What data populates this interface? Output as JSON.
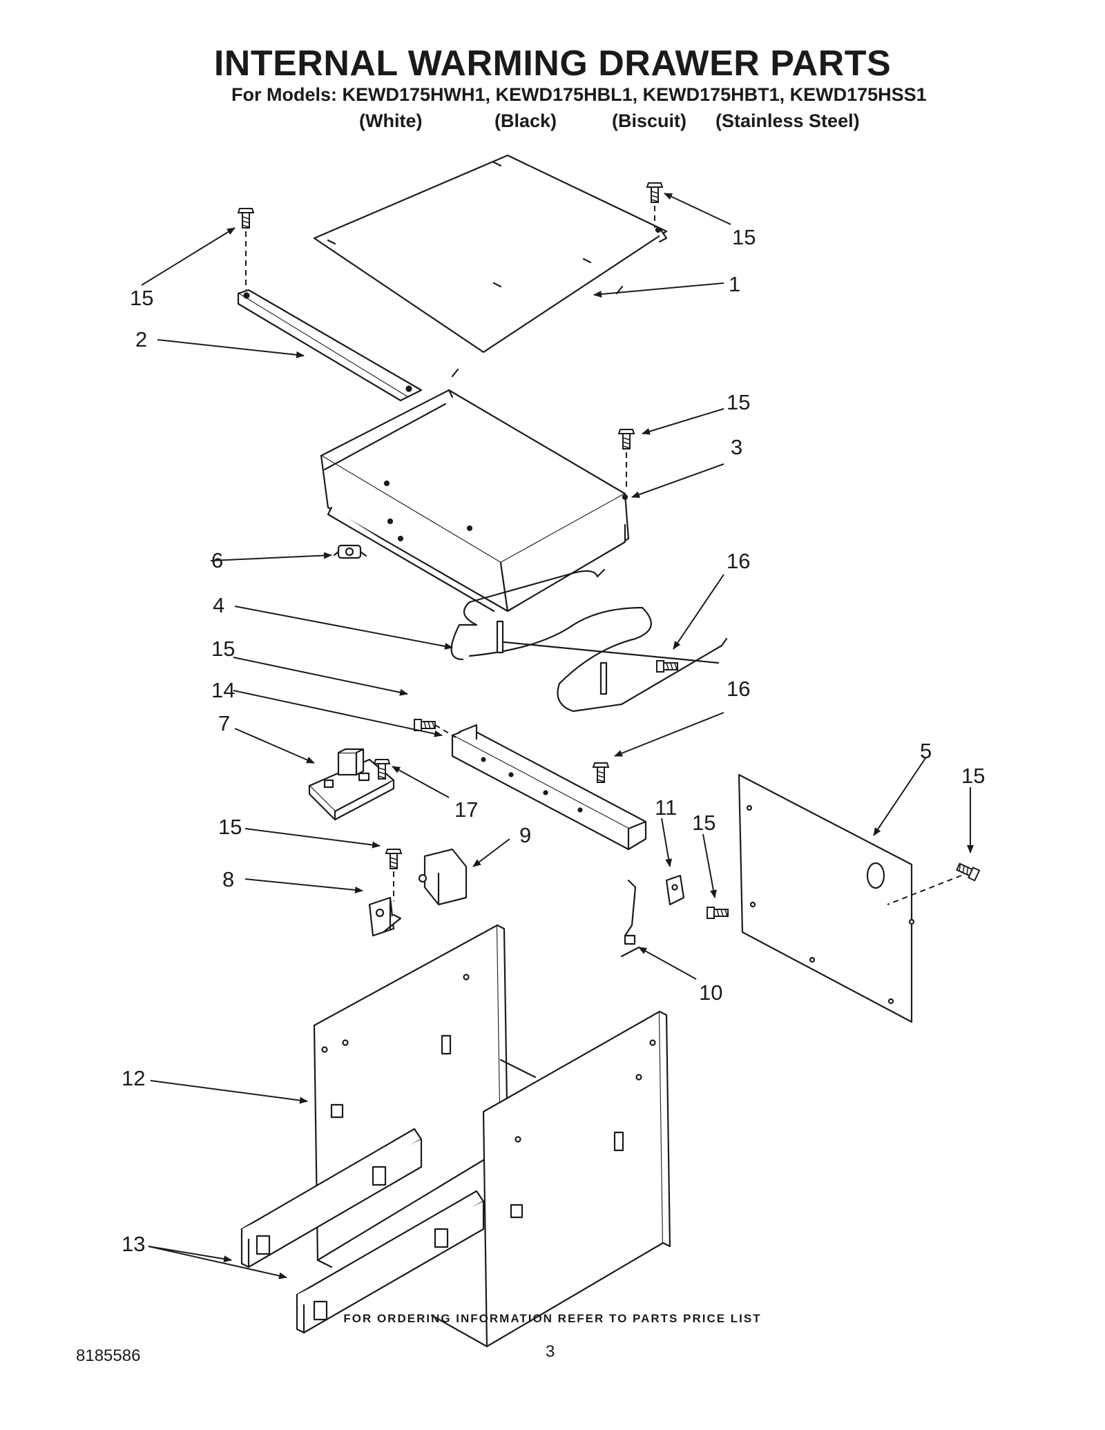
{
  "title": "INTERNAL WARMING DRAWER PARTS",
  "models_line": "For Models: KEWD175HWH1, KEWD175HBL1, KEWD175HBT1, KEWD175HSS1",
  "variants": [
    "(White)",
    "(Black)",
    "(Biscuit)",
    "(Stainless Steel)"
  ],
  "callouts": {
    "c15a": "15",
    "c15b": "15",
    "c1": "1",
    "c2": "2",
    "c15c": "15",
    "c3": "3",
    "c6": "6",
    "c16a": "16",
    "c4": "4",
    "c15d": "15",
    "c14": "14",
    "c16b": "16",
    "c7": "7",
    "c5": "5",
    "c15e": "15",
    "c17": "17",
    "c11": "11",
    "c15f": "15",
    "c15g": "15",
    "c9": "9",
    "c8": "8",
    "c10": "10",
    "c12": "12",
    "c13": "13"
  },
  "footer_note": "FOR ORDERING INFORMATION REFER TO PARTS PRICE LIST",
  "doc_number": "8185586",
  "page_number": "3"
}
